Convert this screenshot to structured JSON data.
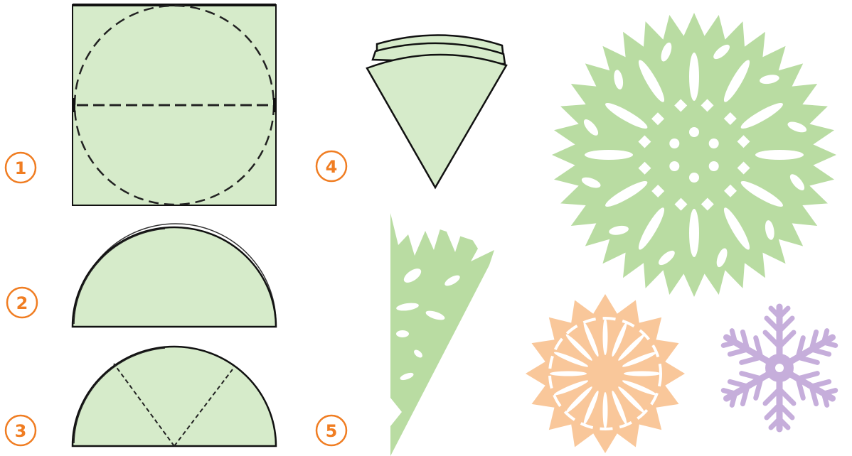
{
  "colors": {
    "paper": "#d6ebca",
    "outline": "#111111",
    "accent": "#f07d22",
    "green_flake": "#b9dca2",
    "orange_flake": "#f9c79a",
    "purple_flake": "#c6aedb"
  },
  "steps": [
    {
      "number": "1",
      "shape": "square sheet with dashed circle and dashed fold line"
    },
    {
      "number": "2",
      "shape": "half circle folded"
    },
    {
      "number": "3",
      "shape": "half circle with dashed fold lines into thirds"
    },
    {
      "number": "4",
      "shape": "folded wedge"
    },
    {
      "number": "5",
      "shape": "cut wedge"
    }
  ],
  "results": [
    {
      "name": "large-green-snowflake"
    },
    {
      "name": "orange-snowflake"
    },
    {
      "name": "purple-snowflake"
    }
  ]
}
